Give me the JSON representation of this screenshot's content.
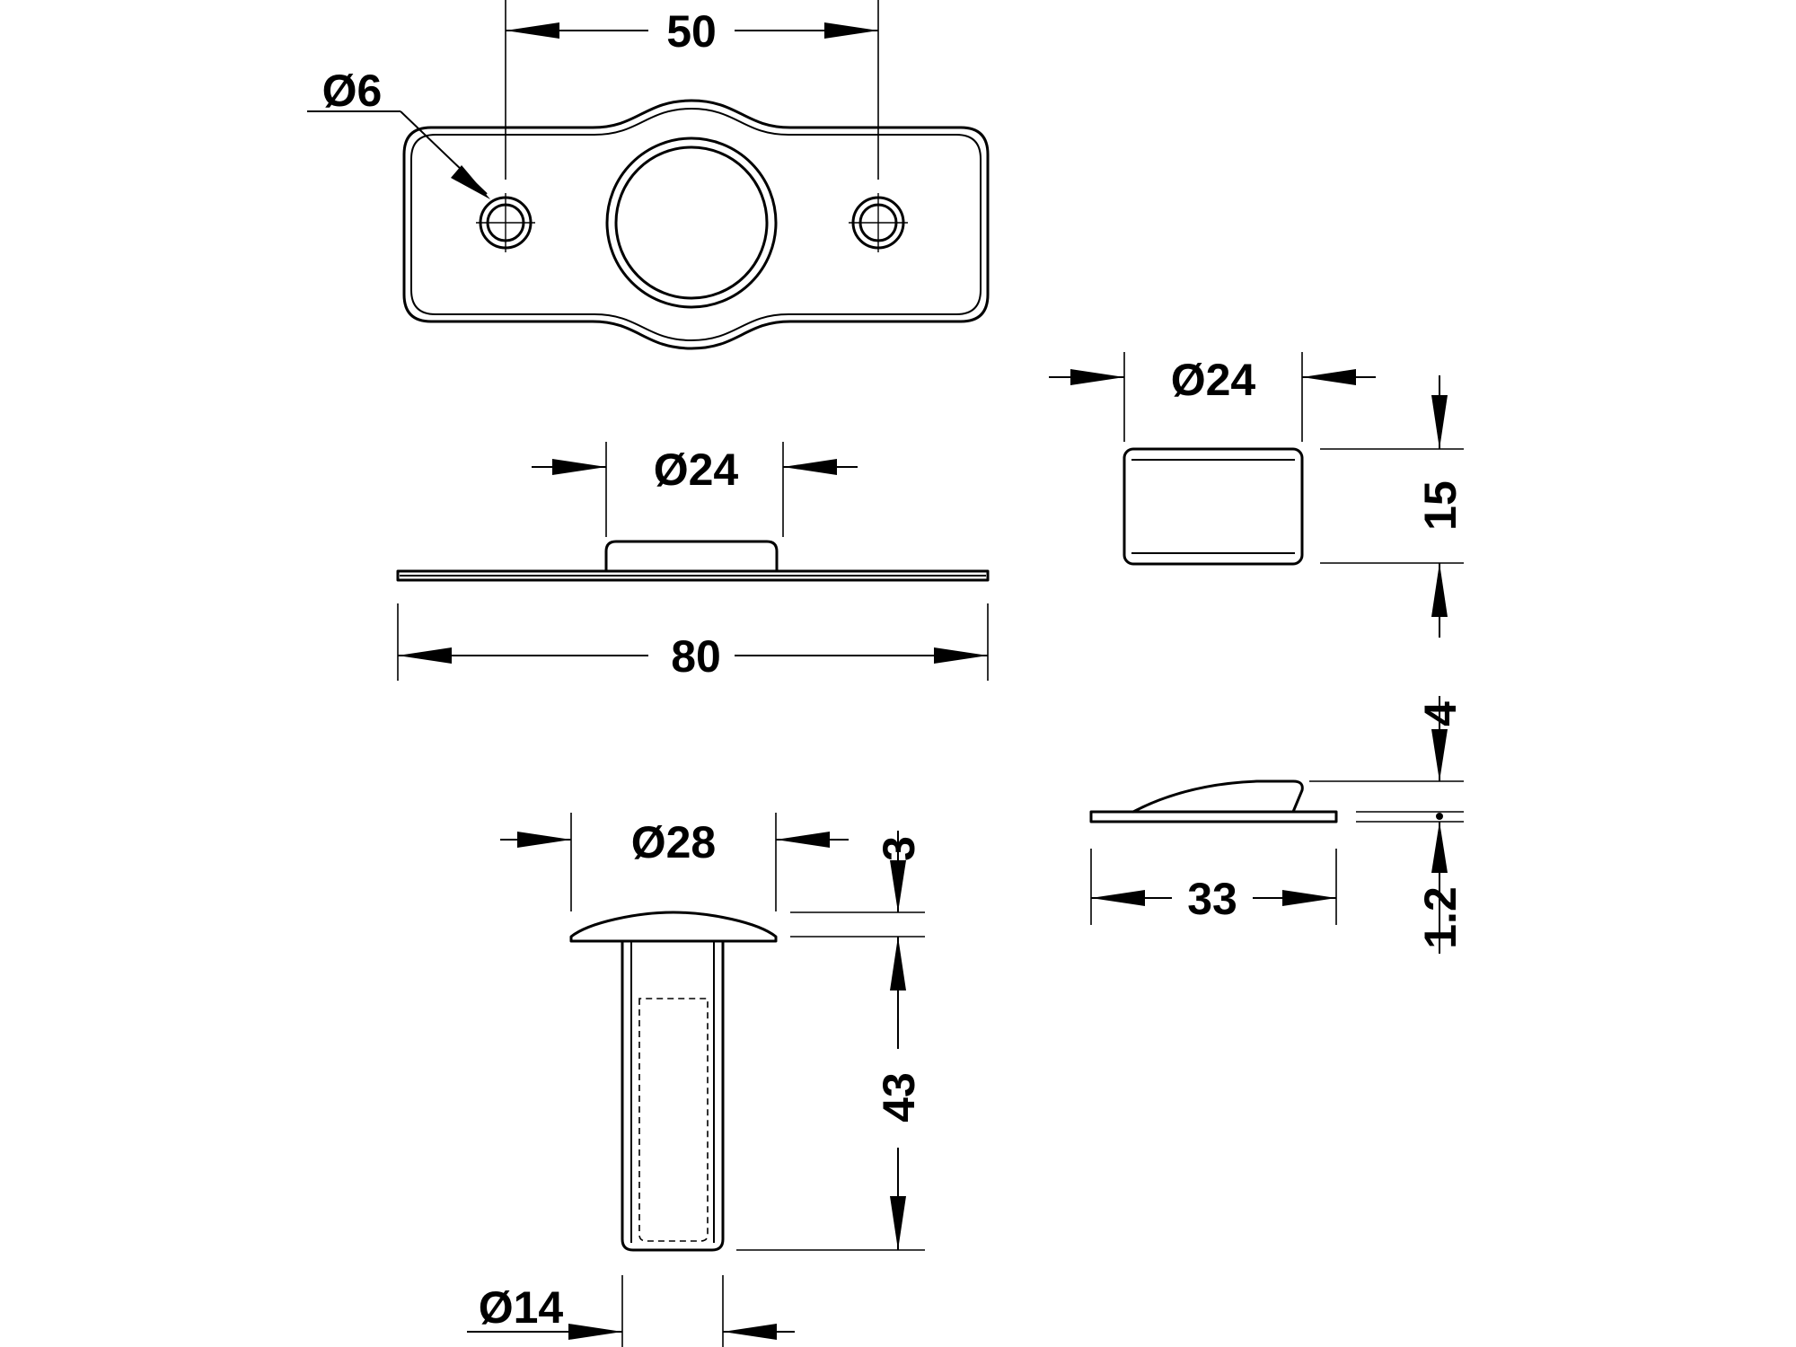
{
  "dimensions": {
    "top_hole_spacing": "50",
    "top_hole_diameter": "Ø6",
    "side_boss_diameter": "Ø24",
    "side_plate_length": "80",
    "cap_diameter": "Ø24",
    "cap_height": "15",
    "pin_head_diameter": "Ø28",
    "pin_head_thickness": "3",
    "pin_length": "43",
    "pin_shank_diameter": "Ø14",
    "wedge_height": "4",
    "wedge_plate_thickness": "1.2",
    "wedge_length": "33"
  }
}
